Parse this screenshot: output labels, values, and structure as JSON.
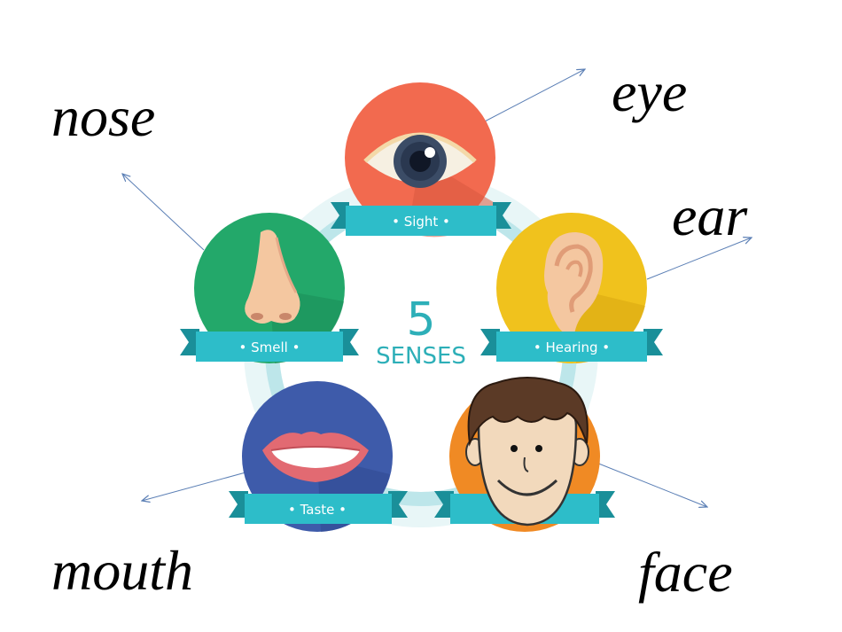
{
  "center": {
    "number": "5",
    "label": "SENSES"
  },
  "senses": [
    {
      "key": "sight",
      "banner": "• Sight •",
      "circle_color": "#F26A4F",
      "word": "eye"
    },
    {
      "key": "hearing",
      "banner": "• Hearing •",
      "circle_color": "#F0C21D",
      "word": "ear"
    },
    {
      "key": "touch",
      "banner": "",
      "circle_color": "#F08A24",
      "word": "face"
    },
    {
      "key": "taste",
      "banner": "• Taste •",
      "circle_color": "#3E5BAA",
      "word": "mouth"
    },
    {
      "key": "smell",
      "banner": "• Smell •",
      "circle_color": "#23A86A",
      "word": "nose"
    }
  ],
  "colors": {
    "ribbon": "#2DBDC9",
    "ribbon_dark": "#1A8F99",
    "ring": "#BDE6EA",
    "center_text": "#2DAFB8",
    "arrow": "#5B7FB5"
  }
}
